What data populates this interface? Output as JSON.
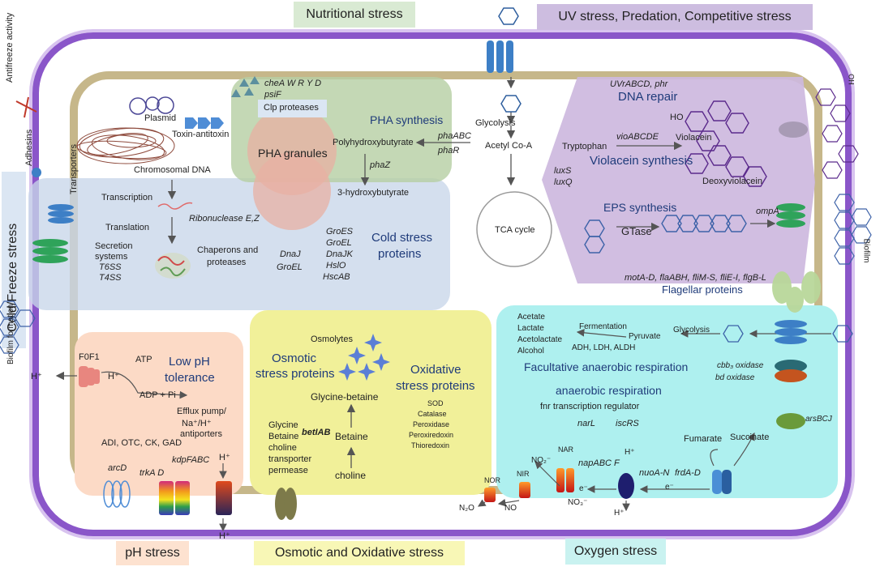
{
  "stress_labels": {
    "nutritional": "Nutritional stress",
    "uv": "UV stress, Predation, Competitive stress",
    "cold": "Cold/Freeze stress",
    "ph": "pH stress",
    "osmotic": "Osmotic and Oxidative stress",
    "oxygen": "Oxygen stress"
  },
  "outside": {
    "antifreeze": "Antifreeze activity",
    "adhesins": "Adhesins",
    "transporters": "Transporters",
    "biofilm_formation": "Biofilm formation",
    "biofilm": "Biofilm",
    "h_plus": "H⁺"
  },
  "top_left": {
    "plasmid": "Plasmid",
    "toxin_antitoxin": "Toxin-antitoxin",
    "chromosomal_dna": "Chromosomal DNA",
    "transcription": "Transcription",
    "translation": "Translation",
    "ribonuclease": "Ribonuclease E,Z",
    "chaperons": "Chaperons and",
    "proteases": "proteases",
    "secretion_1": "Secretion",
    "secretion_2": "systems",
    "t6ss": "T6SS",
    "t4ss": "T4SS"
  },
  "pha": {
    "genes_top": "cheA W R Y D",
    "psif": "psiF",
    "clp": "Clp proteases",
    "title": "PHA synthesis",
    "granules": "PHA granules",
    "polyhydroxybutyrate": "Polyhydroxybutyrate",
    "phaabc": "phaABC",
    "phar": "phaR",
    "phaz": "phaZ",
    "hydroxybutyrate": "3-hydroxybutyrate"
  },
  "center": {
    "glycolysis": "Glycolysis",
    "acetyl": "Acetyl Co-A",
    "tca": "TCA cycle"
  },
  "cold": {
    "dnaj": "DnaJ",
    "groel": "GroEL",
    "groes2": "GroES",
    "groel2": "GroEL",
    "dnajk": "DnaJK",
    "hslo": "HslO",
    "hscab": "HscAB",
    "title1": "Cold stress",
    "title2": "proteins"
  },
  "uv": {
    "uvr": "UVrABCD, phr",
    "dna_repair": "DNA repair",
    "tryptophan": "Tryptophan",
    "viobcde": "vioABCDE",
    "violacein": "Violacein",
    "violacein_synthesis": "Violacein synthesis",
    "luxs": "luxS",
    "luxq": "luxQ",
    "deoxyviolacein": "Deoxyviolacein",
    "ho": "HO",
    "ho2": "HO",
    "eps": "EPS synthesis",
    "gtase": "GTase",
    "ompa": "ompA"
  },
  "flagellar": {
    "genes": "motA-D, flaABH, fliM-S, fliE-I, flgB-L",
    "title": "Flagellar proteins"
  },
  "ph_panel": {
    "f0f1": "F0F1",
    "atp": "ATP",
    "h": "H⁺",
    "adp": "ADP + Pi",
    "title1": "Low pH",
    "title2": "tolerance",
    "efflux1": "Efflux pump/",
    "efflux2": "Na⁺/H⁺",
    "efflux3": "antiporters",
    "enzymes": "ADI, OTC, CK, GAD",
    "arcd": "arcD",
    "trkad": "trkA D",
    "kdpfabc": "kdpFABC",
    "h_top": "H⁺",
    "h_bottom": "H⁺"
  },
  "osmotic": {
    "osmolytes": "Osmolytes",
    "title1": "Osmotic",
    "title2": "stress proteins",
    "glycine_betaine": "Glycine-betaine",
    "betaine": "Betaine",
    "choline": "choline",
    "betiab": "betIAB",
    "transporter": [
      "Glycine",
      "Betaine",
      "choline",
      "transporter",
      "permease"
    ]
  },
  "oxidative": {
    "title1": "Oxidative",
    "title2": "stress proteins",
    "items": [
      "SOD",
      "Catalase",
      "Peroxidase",
      "Peroxiredoxin",
      "Thioredoxin"
    ]
  },
  "oxygen": {
    "products": [
      "Acetate",
      "Lactate",
      "Acetolactate",
      "Alcohol"
    ],
    "fermentation": "Fermentation",
    "pyruvate": "Pyruvate",
    "glycolysis": "Glycolysis",
    "enzymes": "ADH, LDH, ALDH",
    "facultative": "Facultative anaerobic respiration",
    "cbb3": "cbb₃ oxidase",
    "bd": "bd oxidase",
    "anaerobic": "anaerobic respiration",
    "fnr": "fnr transcription regulator",
    "narl": "narL",
    "iscrs": "iscRS",
    "arsbcj": "arsBCJ",
    "fumarate": "Fumarate",
    "succinate": "Succinate",
    "no2": "NO₂⁻",
    "nar": "NAR",
    "napabcf": "napABC F",
    "h_top": "H⁺",
    "nuoa": "nuoA-N",
    "frda": "frdA-D",
    "nir": "NIR",
    "nor": "NOR",
    "n2o": "N₂O",
    "no": "NO",
    "no3": "NO₃⁻",
    "e1": "e⁻",
    "e2": "e⁻",
    "h_bottom": "H⁺"
  }
}
